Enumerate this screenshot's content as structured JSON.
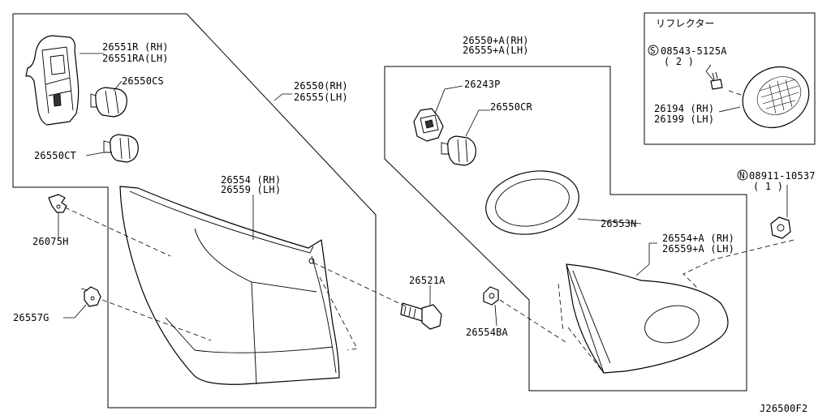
{
  "diagram_code": "J26500F2",
  "reflector_title": "リフレクター",
  "parts": {
    "socket": [
      "26551R (RH)",
      "26551RA(LH)"
    ],
    "bulb_cs": "26550CS",
    "bulb_ct": "26550CT",
    "lamp_assy_outer": [
      "26550(RH)",
      "26555(LH)"
    ],
    "lens_outer": [
      "26554 (RH)",
      "26559 (LH)"
    ],
    "clip_h": "26075H",
    "clip_g": "26557G",
    "bolt": "26521A",
    "nut_ba": "26554BA",
    "lamp_assy_inner": [
      "26550+A(RH)",
      "26555+A(LH)"
    ],
    "socket_inner": "26243P",
    "bulb_cr": "26550CR",
    "gasket": "26553N",
    "lens_inner": [
      "26554+A (RH)",
      "26559+A (LH)"
    ],
    "nut_n": [
      "08911-10537",
      "( 1 )"
    ],
    "screw_s": [
      "08543-5125A",
      "( 2 )"
    ],
    "reflector": [
      "26194 (RH)",
      "26199 (LH)"
    ]
  },
  "circle_prefix": {
    "nut_n": "N",
    "screw_s": "S"
  }
}
